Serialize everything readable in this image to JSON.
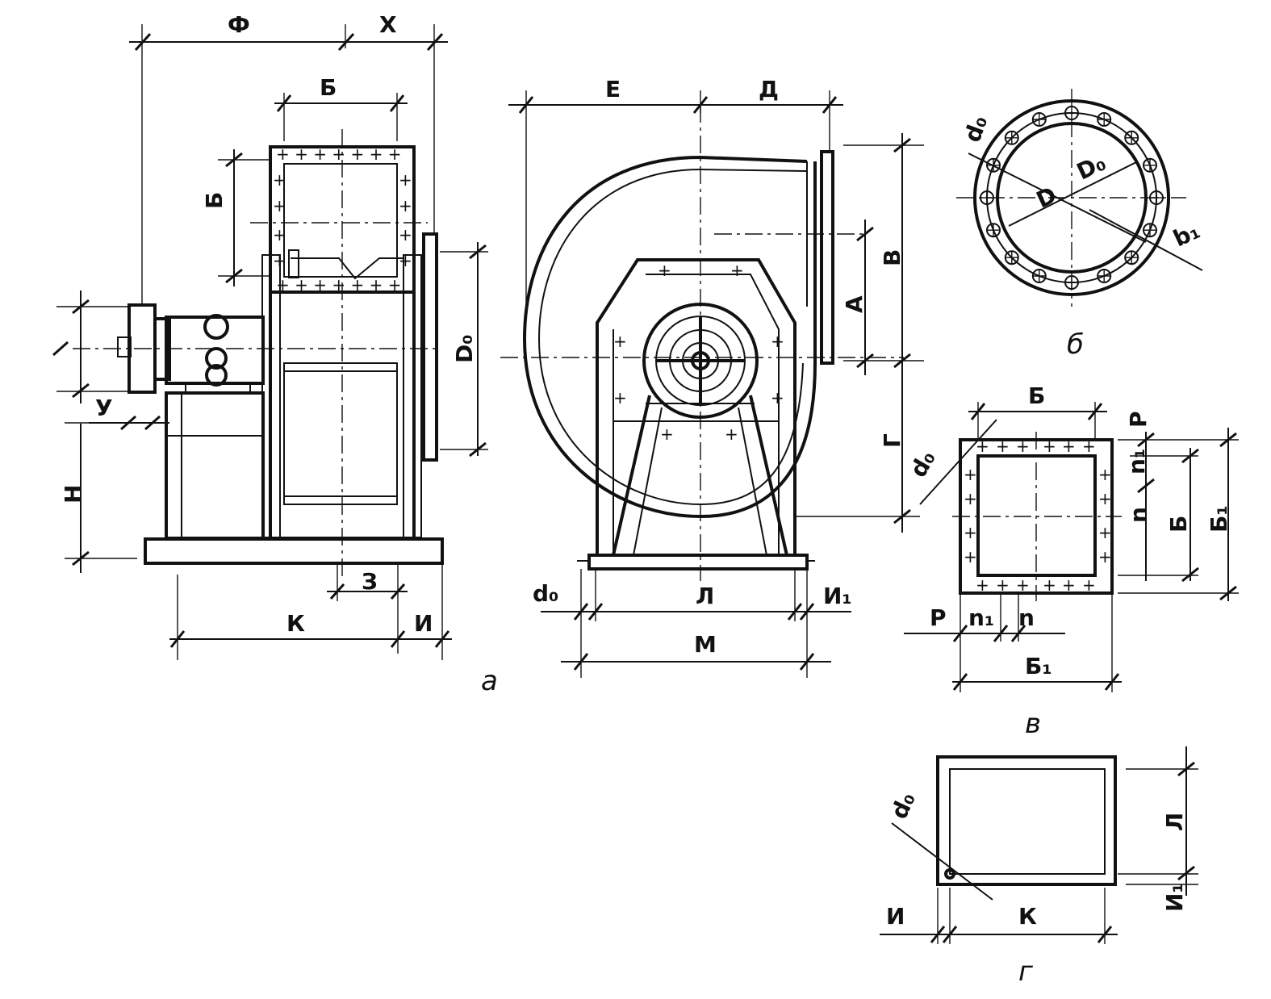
{
  "view_a": {
    "caption": "а",
    "labels": {
      "F": "Ф",
      "X": "Х",
      "B": "Б",
      "B_side": "Б",
      "D0": "D₀",
      "U": "У",
      "H": "Н",
      "Z": "З",
      "K": "К",
      "I": "И",
      "E": "Е",
      "D": "Д",
      "V": "В",
      "A": "А",
      "G": "Г",
      "d0": "d₀",
      "L": "Л",
      "I1": "И₁",
      "M": "М"
    }
  },
  "view_b": {
    "caption": "б",
    "labels": {
      "d0": "d₀",
      "D": "D",
      "D0": "D₀",
      "b1": "b₁"
    }
  },
  "view_v": {
    "caption": "в",
    "labels": {
      "B_top": "Б",
      "P_right": "Р",
      "n1_right": "n₁",
      "n_right": "n",
      "B_right": "Б",
      "B1_right": "Б₁",
      "d0": "d₀",
      "P_bottom": "Р",
      "n1_bottom": "n₁",
      "n_bottom": "n",
      "B1_bottom": "Б₁"
    }
  },
  "view_g": {
    "caption": "г",
    "labels": {
      "d0": "d₀",
      "L": "Л",
      "I1": "И₁",
      "I": "И",
      "K": "К"
    }
  }
}
